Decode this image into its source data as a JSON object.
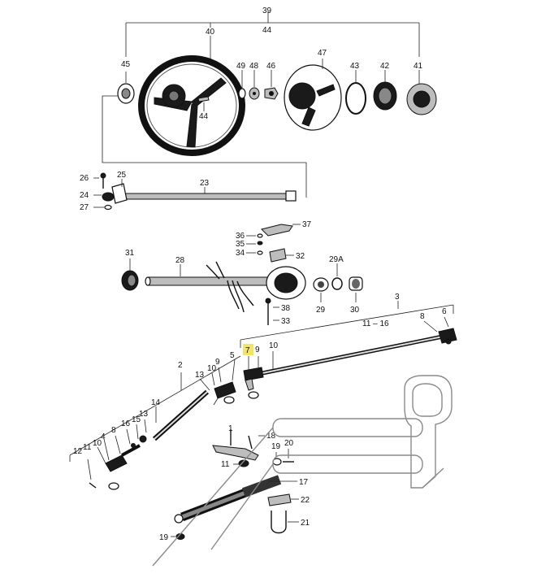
{
  "labels": {
    "l39": "39",
    "l44a": "44",
    "l40": "40",
    "l44b": "44",
    "l45": "45",
    "l49": "49",
    "l48": "48",
    "l46": "46",
    "l47": "47",
    "l43": "43",
    "l42": "42",
    "l41": "41",
    "l26": "26",
    "l25": "25",
    "l23": "23",
    "l24": "24",
    "l27": "27",
    "l37": "37",
    "l36": "36",
    "l35": "35",
    "l34": "34",
    "l32": "32",
    "l31": "31",
    "l28": "28",
    "l29A": "29A",
    "l29": "29",
    "l30": "30",
    "l38": "38",
    "l33": "33",
    "l3": "3",
    "l11_16": "11 – 16",
    "l8a": "8",
    "l6": "6",
    "l7": "7",
    "l9a": "9",
    "l10a": "10",
    "l5": "5",
    "l9b": "9",
    "l10b": "10",
    "l13a": "13",
    "l2": "2",
    "l14": "14",
    "l13b": "13",
    "l16": "16",
    "l15": "15",
    "l8b": "8",
    "l4": "4",
    "l10c": "10",
    "l12": "12",
    "l11a": "11",
    "l1": "1",
    "l18": "18",
    "l19a": "19",
    "l20": "20",
    "l11b": "11",
    "l17": "17",
    "l22": "22",
    "l21": "21",
    "l19b": "19"
  }
}
